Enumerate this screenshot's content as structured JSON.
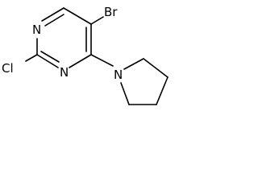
{
  "molecule": {
    "atom_labels": {
      "bromine": "Br",
      "chlorine": "Cl",
      "nitrogen_top": "N",
      "nitrogen_bottom": "N",
      "nitrogen_pyrrolidine": "N"
    }
  }
}
